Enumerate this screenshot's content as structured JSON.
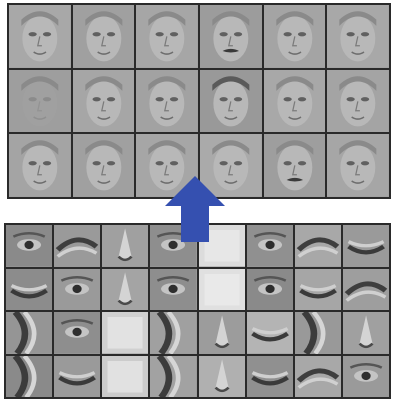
{
  "faces": {
    "rows": 3,
    "cols": 6,
    "tiles": [
      {
        "tone": "#a8a8a8",
        "feature": "face"
      },
      {
        "tone": "#a0a0a0",
        "feature": "face"
      },
      {
        "tone": "#a6a6a6",
        "feature": "face"
      },
      {
        "tone": "#9c9c9c",
        "feature": "face-mustache"
      },
      {
        "tone": "#a4a4a4",
        "feature": "face"
      },
      {
        "tone": "#a8a8a8",
        "feature": "face"
      },
      {
        "tone": "#9e9e9e",
        "feature": "face-faint"
      },
      {
        "tone": "#a6a6a6",
        "feature": "face"
      },
      {
        "tone": "#a2a2a2",
        "feature": "face"
      },
      {
        "tone": "#999999",
        "feature": "face-dark-hair"
      },
      {
        "tone": "#a8a8a8",
        "feature": "face"
      },
      {
        "tone": "#a4a4a4",
        "feature": "face"
      },
      {
        "tone": "#a4a4a4",
        "feature": "face"
      },
      {
        "tone": "#a0a0a0",
        "feature": "face"
      },
      {
        "tone": "#a6a6a6",
        "feature": "face"
      },
      {
        "tone": "#aaaaaa",
        "feature": "face"
      },
      {
        "tone": "#9e9e9e",
        "feature": "face-mustache"
      },
      {
        "tone": "#a6a6a6",
        "feature": "face"
      }
    ]
  },
  "parts": {
    "rows": 4,
    "cols": 8,
    "tiles": [
      {
        "tone": "#8a8a8a",
        "feature": "eye"
      },
      {
        "tone": "#9a9a9a",
        "feature": "brow"
      },
      {
        "tone": "#a0a0a0",
        "feature": "nose"
      },
      {
        "tone": "#8e8e8e",
        "feature": "eye"
      },
      {
        "tone": "#dcdcdc",
        "feature": "blank"
      },
      {
        "tone": "#909090",
        "feature": "eye"
      },
      {
        "tone": "#a8a8a8",
        "feature": "brow"
      },
      {
        "tone": "#9a9a9a",
        "feature": "mouth"
      },
      {
        "tone": "#8c8c8c",
        "feature": "mouth"
      },
      {
        "tone": "#9a9a9a",
        "feature": "eye"
      },
      {
        "tone": "#a4a4a4",
        "feature": "nose"
      },
      {
        "tone": "#8e8e8e",
        "feature": "eye"
      },
      {
        "tone": "#e0e0e0",
        "feature": "blank"
      },
      {
        "tone": "#8a8a8a",
        "feature": "eye"
      },
      {
        "tone": "#a6a6a6",
        "feature": "mouth"
      },
      {
        "tone": "#9e9e9e",
        "feature": "brow"
      },
      {
        "tone": "#959595",
        "feature": "edge"
      },
      {
        "tone": "#8e8e8e",
        "feature": "eye"
      },
      {
        "tone": "#d0d0d0",
        "feature": "blank"
      },
      {
        "tone": "#a0a0a0",
        "feature": "edge"
      },
      {
        "tone": "#9c9c9c",
        "feature": "nose"
      },
      {
        "tone": "#b4b4b4",
        "feature": "mouth"
      },
      {
        "tone": "#999999",
        "feature": "edge"
      },
      {
        "tone": "#a0a0a0",
        "feature": "nose"
      },
      {
        "tone": "#8a8a8a",
        "feature": "edge"
      },
      {
        "tone": "#9a9a9a",
        "feature": "mouth"
      },
      {
        "tone": "#cccccc",
        "feature": "blank"
      },
      {
        "tone": "#a2a2a2",
        "feature": "edge"
      },
      {
        "tone": "#b0b0b0",
        "feature": "nose"
      },
      {
        "tone": "#909090",
        "feature": "mouth"
      },
      {
        "tone": "#a8a8a8",
        "feature": "brow"
      },
      {
        "tone": "#9a9a9a",
        "feature": "eye"
      }
    ]
  },
  "arrow": {
    "color": "#3550b0",
    "direction": "up"
  }
}
